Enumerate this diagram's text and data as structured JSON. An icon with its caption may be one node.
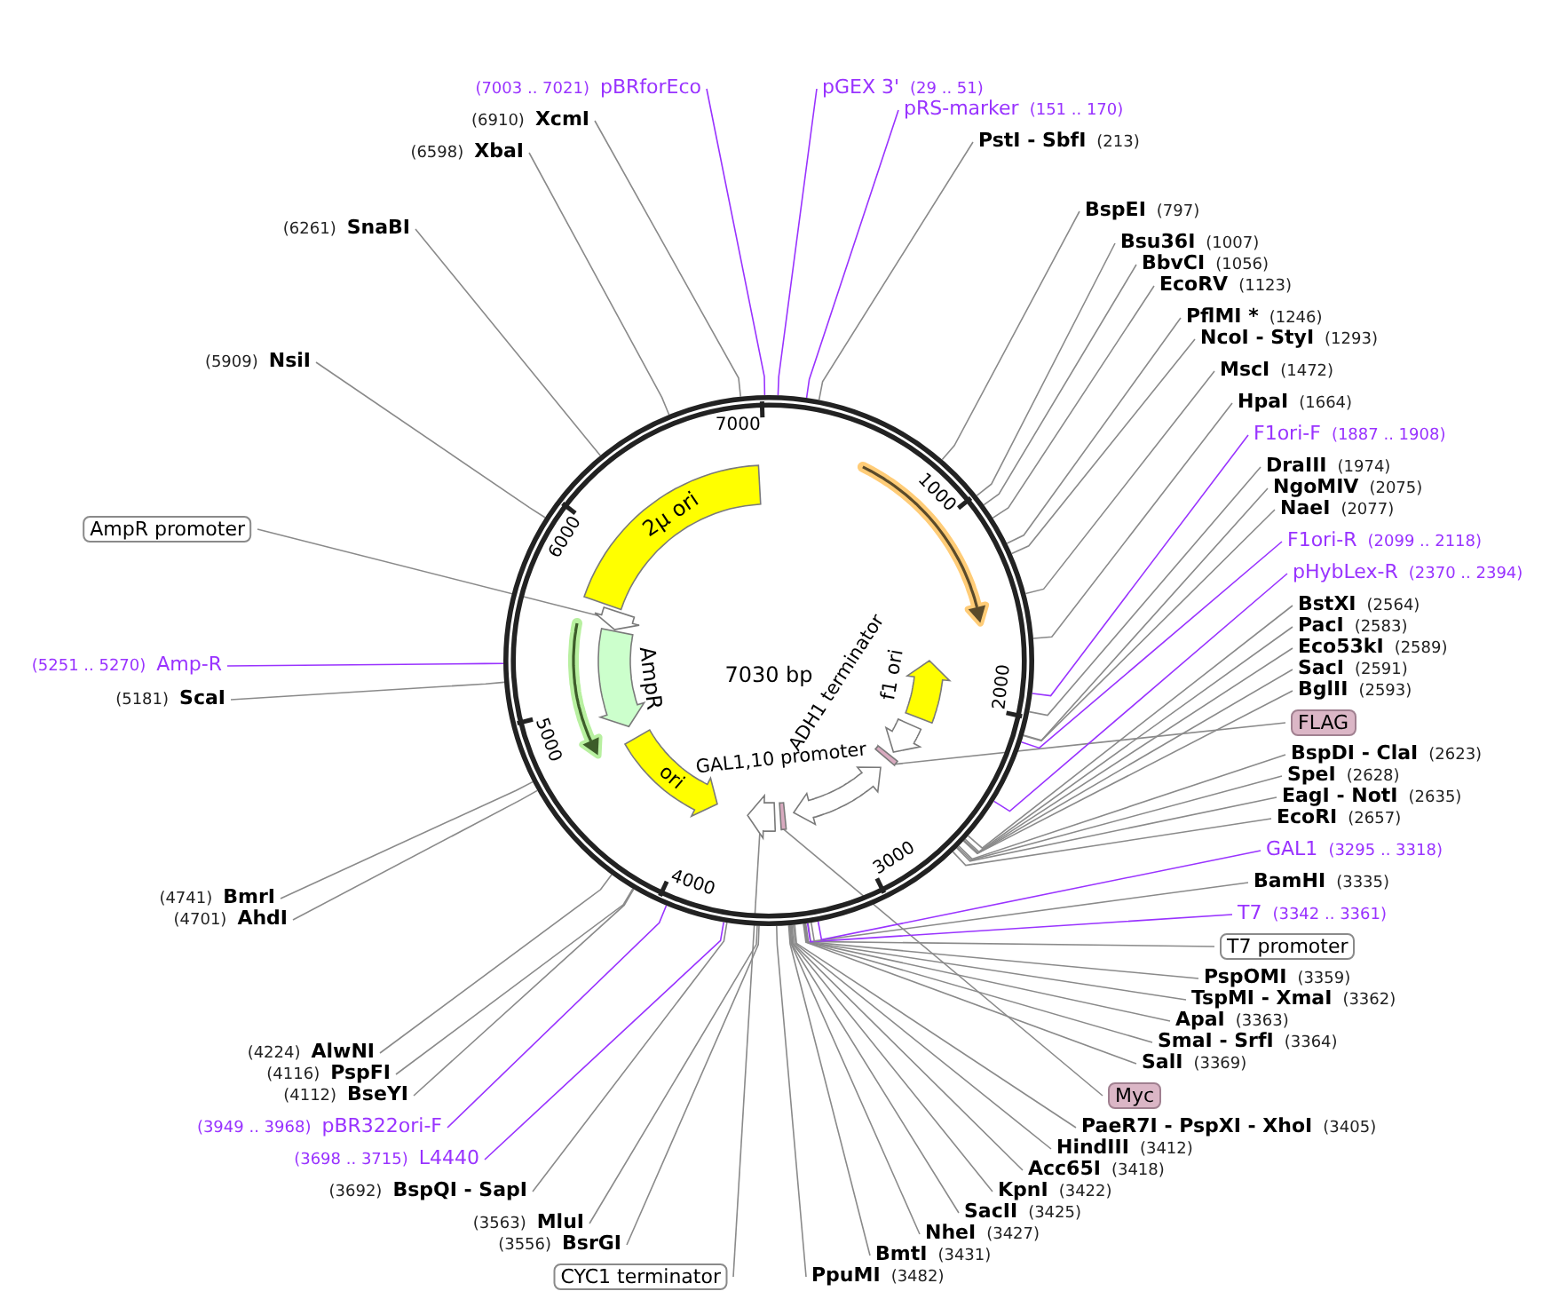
{
  "diagram": {
    "nodes": [
      {
        "text": [
          "(7003 .. 7021)",
          "pBRforEco"
        ]
      },
      {
        "text": [
          "(6910)",
          "XcmI"
        ]
      },
      {
        "text": [
          "(6598)",
          "XbaI"
        ]
      },
      {
        "text": [
          "(6261)",
          "SnaBI"
        ]
      },
      {
        "text": [
          "(5909)",
          "NsiI"
        ]
      },
      {
        "text": [
          "AmpR promoter"
        ]
      },
      {
        "text": [
          "(5251 .. 5270)",
          "Amp-R"
        ]
      },
      {
        "text": [
          "(5181)",
          "ScaI"
        ]
      },
      {
        "text": [
          "(4741)",
          "BmrI"
        ]
      },
      {
        "text": [
          "(4701)",
          "AhdI"
        ]
      },
      {
        "text": [
          "(4224)",
          "AlwNI"
        ]
      },
      {
        "text": [
          "(4116)",
          "PspFI"
        ]
      },
      {
        "text": [
          "(4112)",
          "BseYI"
        ]
      },
      {
        "text": [
          "(3949 .. 3968)",
          "pBR322ori-F"
        ]
      },
      {
        "text": [
          "(3698 .. 3715)",
          "L4440"
        ]
      },
      {
        "text": [
          "(3692)",
          "BspQI - SapI"
        ]
      },
      {
        "text": [
          "(3563)",
          "MluI"
        ]
      },
      {
        "text": [
          "(3556)",
          "BsrGI"
        ]
      },
      {
        "text": [
          "CYC1 terminator"
        ]
      },
      {
        "text": [
          "PpuMI",
          "(3482)"
        ]
      },
      {
        "text": [
          "BmtI",
          "(3431)"
        ]
      },
      {
        "text": [
          "NheI",
          "(3427)"
        ]
      },
      {
        "text": [
          "SacII",
          "(3425)"
        ]
      },
      {
        "text": [
          "KpnI",
          "(3422)"
        ]
      },
      {
        "text": [
          "Acc65I",
          "(3418)"
        ]
      },
      {
        "text": [
          "HindIII",
          "(3412)"
        ]
      },
      {
        "text": [
          "PaeR7I - PspXI - XhoI",
          "(3405)"
        ]
      },
      {
        "text": [
          "Myc"
        ]
      },
      {
        "text": [
          "SalI",
          "(3369)"
        ]
      },
      {
        "text": [
          "SmaI - SrfI",
          "(3364)"
        ]
      },
      {
        "text": [
          "ApaI",
          "(3363)"
        ]
      },
      {
        "text": [
          "TspMI - XmaI",
          "(3362)"
        ]
      },
      {
        "text": [
          "PspOMI",
          "(3359)"
        ]
      },
      {
        "text": [
          "T7 promoter"
        ]
      },
      {
        "text": [
          "T7",
          "(3342 .. 3361)"
        ]
      },
      {
        "text": [
          "BamHI",
          "(3335)"
        ]
      },
      {
        "text": [
          "GAL1",
          "(3295 .. 3318)"
        ]
      },
      {
        "text": [
          "EcoRI",
          "(2657)"
        ]
      },
      {
        "text": [
          "EagI - NotI",
          "(2635)"
        ]
      },
      {
        "text": [
          "SpeI",
          "(2628)"
        ]
      },
      {
        "text": [
          "BspDI - ClaI",
          "(2623)"
        ]
      },
      {
        "text": [
          "FLAG"
        ]
      },
      {
        "text": [
          "BglII",
          "(2593)"
        ]
      },
      {
        "text": [
          "SacI",
          "(2591)"
        ]
      },
      {
        "text": [
          "Eco53kI",
          "(2589)"
        ]
      },
      {
        "text": [
          "PacI",
          "(2583)"
        ]
      },
      {
        "text": [
          "BstXI",
          "(2564)"
        ]
      },
      {
        "text": [
          "pHybLex-R",
          "(2370 .. 2394)"
        ]
      },
      {
        "text": [
          "F1ori-R",
          "(2099 .. 2118)"
        ]
      },
      {
        "text": [
          "NaeI",
          "(2077)"
        ]
      },
      {
        "text": [
          "NgoMIV",
          "(2075)"
        ]
      },
      {
        "text": [
          "DraIII",
          "(1974)"
        ]
      },
      {
        "text": [
          "F1ori-F",
          "(1887 .. 1908)"
        ]
      },
      {
        "text": [
          "HpaI",
          "(1664)"
        ]
      },
      {
        "text": [
          "MscI",
          "(1472)"
        ]
      },
      {
        "text": [
          "NcoI - StyI",
          "(1293)"
        ]
      },
      {
        "text": [
          "PflMI *",
          "(1246)"
        ]
      },
      {
        "text": [
          "EcoRV",
          "(1123)"
        ]
      },
      {
        "text": [
          "BbvCI",
          "(1056)"
        ]
      },
      {
        "text": [
          "Bsu36I",
          "(1007)"
        ]
      },
      {
        "text": [
          "BspEI",
          "(797)"
        ]
      },
      {
        "text": [
          "PstI - SbfI",
          "(213)"
        ]
      },
      {
        "text": [
          "pRS-marker",
          "(151 .. 170)"
        ]
      },
      {
        "text": [
          "pGEX 3'",
          "(29 .. 51)"
        ]
      },
      {
        "text": [],
        "shape": "circle"
      },
      {
        "text": [
          "2μ ori"
        ],
        "in": 64
      },
      {
        "text": [
          "AmpR"
        ],
        "in": 64
      },
      {
        "text": [
          "ori"
        ],
        "in": 64
      },
      {
        "text": [
          "GAL1,10 promoter"
        ],
        "in": 64
      },
      {
        "text": [
          "ADH1 terminator"
        ],
        "in": 64
      },
      {
        "text": [
          "f1 ori"
        ],
        "in": 64
      },
      {
        "text": [],
        "shape": "arc",
        "in": 64
      },
      {
        "text": [],
        "shape": "arc",
        "in": 64
      },
      {
        "text": [],
        "shape": "pentagon",
        "in": 64
      },
      {
        "text": [],
        "shape": "pentagon",
        "in": 64
      },
      {
        "text": [],
        "shape": "bar",
        "in": 64
      },
      {
        "text": [],
        "shape": "bar",
        "in": 64
      }
    ],
    "edges": [
      {
        "from": 0,
        "to": 64,
        "arrow": "none",
        "color": "#9933ff"
      },
      {
        "from": 1,
        "to": 64,
        "arrow": "none"
      },
      {
        "from": 2,
        "to": 64,
        "arrow": "none"
      },
      {
        "from": 3,
        "to": 64,
        "arrow": "none"
      },
      {
        "from": 4,
        "to": 64,
        "arrow": "none"
      },
      {
        "from": 5,
        "to": 73,
        "arrow": "none"
      },
      {
        "from": 6,
        "to": 64,
        "arrow": "none",
        "color": "#9933ff"
      },
      {
        "from": 7,
        "to": 64,
        "arrow": "none"
      },
      {
        "from": 8,
        "to": 64,
        "arrow": "none"
      },
      {
        "from": 9,
        "to": 64,
        "arrow": "none"
      },
      {
        "from": 10,
        "to": 64,
        "arrow": "none"
      },
      {
        "from": 11,
        "to": 64,
        "arrow": "none"
      },
      {
        "from": 12,
        "to": 64,
        "arrow": "none"
      },
      {
        "from": 13,
        "to": 64,
        "arrow": "none",
        "color": "#9933ff"
      },
      {
        "from": 14,
        "to": 64,
        "arrow": "none",
        "color": "#9933ff"
      },
      {
        "from": 15,
        "to": 64,
        "arrow": "none"
      },
      {
        "from": 16,
        "to": 64,
        "arrow": "none"
      },
      {
        "from": 17,
        "to": 64,
        "arrow": "none"
      },
      {
        "from": 18,
        "to": 74,
        "arrow": "none"
      },
      {
        "from": 19,
        "to": 64,
        "arrow": "none"
      },
      {
        "from": 20,
        "to": 64,
        "arrow": "none"
      },
      {
        "from": 21,
        "to": 64,
        "arrow": "none"
      },
      {
        "from": 22,
        "to": 64,
        "arrow": "none"
      },
      {
        "from": 23,
        "to": 64,
        "arrow": "none"
      },
      {
        "from": 24,
        "to": 64,
        "arrow": "none"
      },
      {
        "from": 25,
        "to": 64,
        "arrow": "none"
      },
      {
        "from": 26,
        "to": 64,
        "arrow": "none"
      },
      {
        "from": 27,
        "to": 75,
        "arrow": "none"
      },
      {
        "from": 28,
        "to": 64,
        "arrow": "none"
      },
      {
        "from": 29,
        "to": 64,
        "arrow": "none"
      },
      {
        "from": 30,
        "to": 64,
        "arrow": "none"
      },
      {
        "from": 31,
        "to": 64,
        "arrow": "none"
      },
      {
        "from": 32,
        "to": 64,
        "arrow": "none"
      },
      {
        "from": 33,
        "to": 64,
        "arrow": "none"
      },
      {
        "from": 34,
        "to": 64,
        "arrow": "none",
        "color": "#9933ff"
      },
      {
        "from": 35,
        "to": 64,
        "arrow": "none"
      },
      {
        "from": 36,
        "to": 64,
        "arrow": "none",
        "color": "#9933ff"
      },
      {
        "from": 37,
        "to": 64,
        "arrow": "none"
      },
      {
        "from": 38,
        "to": 64,
        "arrow": "none"
      },
      {
        "from": 39,
        "to": 64,
        "arrow": "none"
      },
      {
        "from": 40,
        "to": 64,
        "arrow": "none"
      },
      {
        "from": 41,
        "to": 76,
        "arrow": "none"
      },
      {
        "from": 42,
        "to": 64,
        "arrow": "none"
      },
      {
        "from": 43,
        "to": 64,
        "arrow": "none"
      },
      {
        "from": 44,
        "to": 64,
        "arrow": "none"
      },
      {
        "from": 45,
        "to": 64,
        "arrow": "none"
      },
      {
        "from": 46,
        "to": 64,
        "arrow": "none"
      },
      {
        "from": 47,
        "to": 64,
        "arrow": "none",
        "color": "#9933ff"
      },
      {
        "from": 48,
        "to": 64,
        "arrow": "none",
        "color": "#9933ff"
      },
      {
        "from": 49,
        "to": 64,
        "arrow": "none"
      },
      {
        "from": 50,
        "to": 64,
        "arrow": "none"
      },
      {
        "from": 51,
        "to": 64,
        "arrow": "none"
      },
      {
        "from": 52,
        "to": 64,
        "arrow": "none",
        "color": "#9933ff"
      },
      {
        "from": 53,
        "to": 64,
        "arrow": "none"
      },
      {
        "from": 54,
        "to": 64,
        "arrow": "none"
      },
      {
        "from": 55,
        "to": 64,
        "arrow": "none"
      },
      {
        "from": 56,
        "to": 64,
        "arrow": "none"
      },
      {
        "from": 57,
        "to": 64,
        "arrow": "none"
      },
      {
        "from": 58,
        "to": 64,
        "arrow": "none"
      },
      {
        "from": 59,
        "to": 64,
        "arrow": "none"
      },
      {
        "from": 60,
        "to": 64,
        "arrow": "none"
      },
      {
        "from": 61,
        "to": 64,
        "arrow": "none"
      },
      {
        "from": 62,
        "to": 64,
        "arrow": "none",
        "color": "#9933ff"
      },
      {
        "from": 63,
        "to": 64,
        "arrow": "none",
        "color": "#9933ff"
      }
    ],
    "labels": [
      "7000",
      "1000",
      "2000",
      "3000",
      "4000",
      "5000",
      "6000",
      "7030 bp"
    ]
  }
}
